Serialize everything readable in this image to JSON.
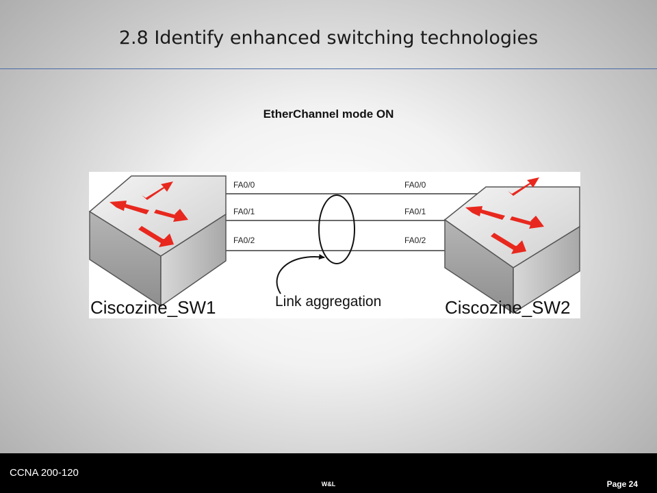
{
  "slide": {
    "title": "2.8 Identify enhanced switching technologies",
    "subtitle": "EtherChannel mode ON"
  },
  "diagram": {
    "left_switch": {
      "name": "Ciscozine_SW1",
      "ports": [
        "FA0/0",
        "FA0/1",
        "FA0/2"
      ]
    },
    "right_switch": {
      "name": "Ciscozine_SW2",
      "ports": [
        "FA0/0",
        "FA0/1",
        "FA0/2"
      ]
    },
    "aggregation_label": "Link aggregation",
    "arrow_color": "#e8281e"
  },
  "footer": {
    "course": "CCNA 200-120",
    "center": "W&L",
    "page": "Page 24"
  }
}
